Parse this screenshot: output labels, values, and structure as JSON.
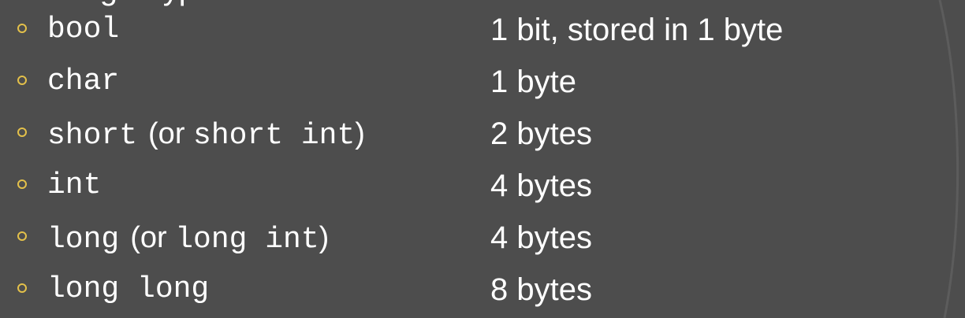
{
  "colors": {
    "background": "#4d4d4d",
    "text": "#ffffff",
    "bullet": "#e3c04a",
    "arc": "#5c5c5c"
  },
  "header": {
    "text": "Integer types"
  },
  "rows": [
    {
      "type": "bool",
      "size": "1 bit, stored in 1 byte"
    },
    {
      "type": "char",
      "size": "1 byte"
    },
    {
      "type": "short",
      "alt_open": "(or ",
      "alt_type": "short int",
      "alt_close": ")",
      "size": "2 bytes"
    },
    {
      "type": "int",
      "size": "4 bytes"
    },
    {
      "type": "long",
      "alt_open": "(or ",
      "alt_type": "long int",
      "alt_close": ")",
      "size": "4 bytes"
    },
    {
      "type": "long long",
      "size": "8 bytes"
    }
  ]
}
